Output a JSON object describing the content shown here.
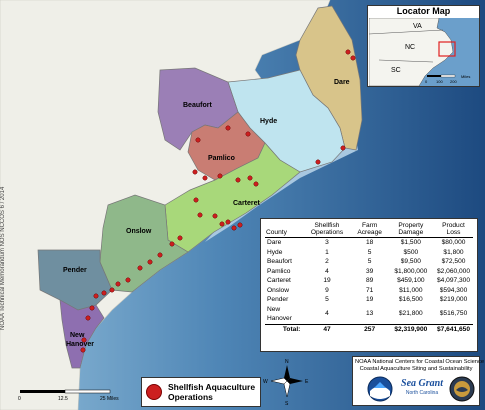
{
  "side_strip_text": "NOAA Technical Memorandum NOS NCCOS 6 / 2014",
  "locator": {
    "title": "Locator Map",
    "states": [
      "VA",
      "NC",
      "SC"
    ],
    "scale_ticks": [
      "0",
      "100",
      "200"
    ],
    "scale_unit": "Miles",
    "highlight_color": "#e02020"
  },
  "counties": [
    {
      "name": "Dare",
      "color": "#d8c48a"
    },
    {
      "name": "Hyde",
      "color": "#bfe4ef"
    },
    {
      "name": "Beaufort",
      "color": "#9b7fb6"
    },
    {
      "name": "Pamlico",
      "color": "#c97d73"
    },
    {
      "name": "Carteret",
      "color": "#a8d87a"
    },
    {
      "name": "Onslow",
      "color": "#8fb88a"
    },
    {
      "name": "Pender",
      "color": "#6f8fa0"
    },
    {
      "name": "New Hanover",
      "color": "#8e6fb0"
    }
  ],
  "table": {
    "headers": [
      "County",
      "Shellfish Operations",
      "Farm Acreage",
      "Property Damage",
      "Product Loss"
    ],
    "rows": [
      [
        "Dare",
        "3",
        "18",
        "$1,500",
        "$80,000"
      ],
      [
        "Hyde",
        "1",
        "5",
        "$500",
        "$1,800"
      ],
      [
        "Beaufort",
        "2",
        "5",
        "$9,500",
        "$72,500"
      ],
      [
        "Pamlico",
        "4",
        "39",
        "$1,800,000",
        "$2,060,000"
      ],
      [
        "Carteret",
        "19",
        "89",
        "$459,100",
        "$4,097,300"
      ],
      [
        "Onslow",
        "9",
        "71",
        "$11,000",
        "$594,300"
      ],
      [
        "Pender",
        "5",
        "19",
        "$16,500",
        "$219,000"
      ],
      [
        "New Hanover",
        "4",
        "13",
        "$21,800",
        "$516,750"
      ]
    ],
    "total": [
      "Total:",
      "47",
      "257",
      "$2,319,900",
      "$7,641,650"
    ]
  },
  "legend": {
    "label": "Shellfish Aquaculture Operations",
    "marker_color": "#cc1f1f"
  },
  "scale_bar": {
    "ticks": [
      "0",
      "12.5",
      "25 Miles"
    ]
  },
  "compass": [
    "N",
    "E",
    "S",
    "W"
  ],
  "credits": {
    "line1": "NOAA National Centers for Coastal Ocean Science",
    "line2": "Coastal Aquaculture Siting and Sustainability",
    "logo_text": "Sea Grant",
    "logo_subtext": "North Carolina"
  },
  "colors": {
    "land": "#efefe8",
    "ocean_shallow": "#7eaed0",
    "ocean_deep": "#1f4f86",
    "sound_water": "#a9c8e0"
  }
}
